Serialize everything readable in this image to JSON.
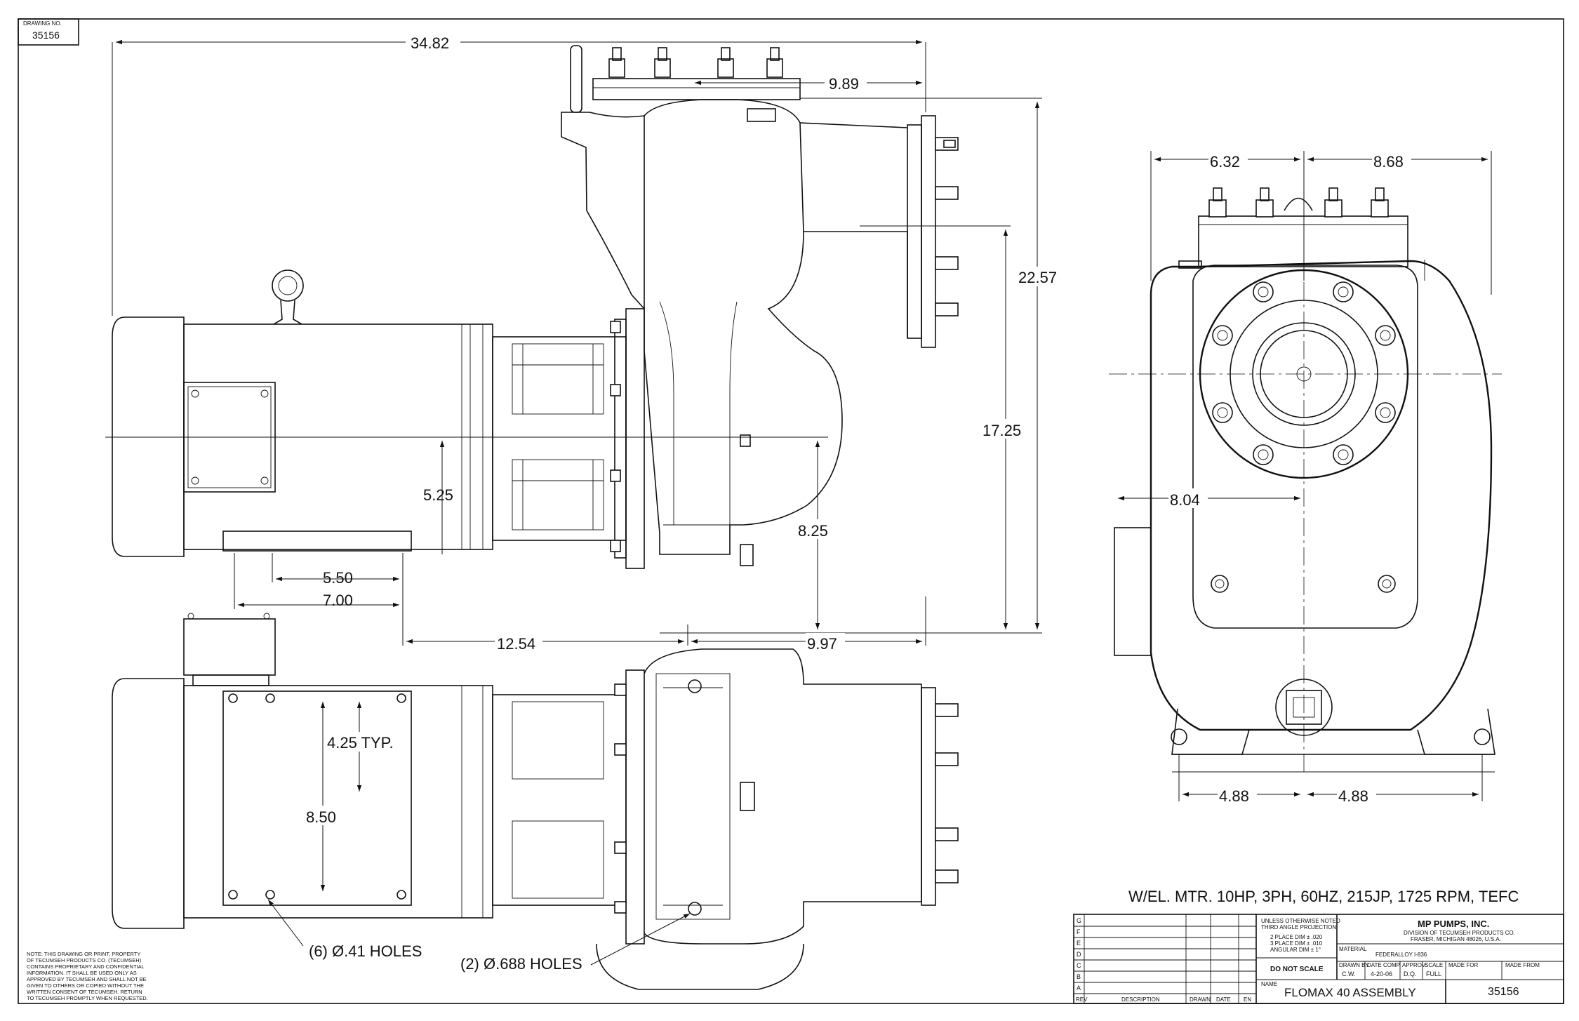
{
  "drawing_no_label": "DRAWING NO.",
  "drawing_no": "35156",
  "dimensions": {
    "overall_length": "34.82",
    "d_9_89": "9.89",
    "d_22_57": "22.57",
    "d_17_25": "17.25",
    "d_5_25": "5.25",
    "d_8_25": "8.25",
    "d_5_50": "5.50",
    "d_7_00": "7.00",
    "d_12_54": "12.54",
    "d_9_97": "9.97",
    "d_6_32": "6.32",
    "d_8_68": "8.68",
    "d_8_04": "8.04",
    "d_4_88_left": "4.88",
    "d_4_88_right": "4.88",
    "d_4_25": "4.25 TYP.",
    "d_8_50": "8.50",
    "holes_041": "(6) Ø.41 HOLES",
    "holes_0688": "(2) Ø.688 HOLES"
  },
  "motor_spec": "W/EL. MTR. 10HP, 3PH, 60HZ, 215JP, 1725 RPM, TEFC",
  "note_lines": [
    "NOTE: THIS DRAWING OR PRINT, PROPERTY",
    "OF TECUMSEH PRODUCTS CO. (TECUMSEH)",
    "CONTAINS PROPRIETARY AND CONFIDENTIAL",
    "INFORMATION. IT SHALL BE USED ONLY AS",
    "APPROVED BY TECUMSEH AND SHALL NOT BE",
    "GIVEN TO OTHERS OR COPIED WITHOUT THE",
    "WRITTEN CONSENT OF TECUMSEH. RETURN",
    "TO TECUMSEH PROMPTLY WHEN REQUESTED."
  ],
  "title_block": {
    "rev_letters": [
      "G",
      "F",
      "E",
      "D",
      "C",
      "B",
      "A"
    ],
    "rev_label": "REV",
    "description_label": "DESCRIPTION",
    "drawn_label": "DRAWN",
    "date_label": "DATE",
    "en_label": "EN",
    "tolerance_title_1": "UNLESS OTHERWISE NOTED",
    "tolerance_title_2": "THIRD ANGLE PROJECTION",
    "tol_1": "2 PLACE DIM ± .020",
    "tol_2": "3 PLACE DIM ± .010",
    "tol_3": "ANGULAR DIM ± 1°",
    "do_not_scale": "DO NOT SCALE",
    "company": "MP PUMPS, INC.",
    "division": "DIVISION OF TECUMSEH PRODUCTS CO.",
    "address": "FRASER, MICHIGAN 48026, U.S.A.",
    "material_label": "MATERIAL",
    "material": "FEDERALLOY I-836",
    "drawn_by_label": "DRAWN BY",
    "date_comp_label": "DATE COMP.",
    "approv_label": "APPROV.",
    "scale_label": "SCALE",
    "made_for_label": "MADE FOR",
    "made_from_label": "MADE FROM",
    "drawn_by": "C.W.",
    "date_comp": "4-20-06",
    "approv": "D.Q.",
    "scale": "FULL",
    "name_label": "NAME",
    "name": "FLOMAX 40 ASSEMBLY",
    "number": "35156"
  }
}
